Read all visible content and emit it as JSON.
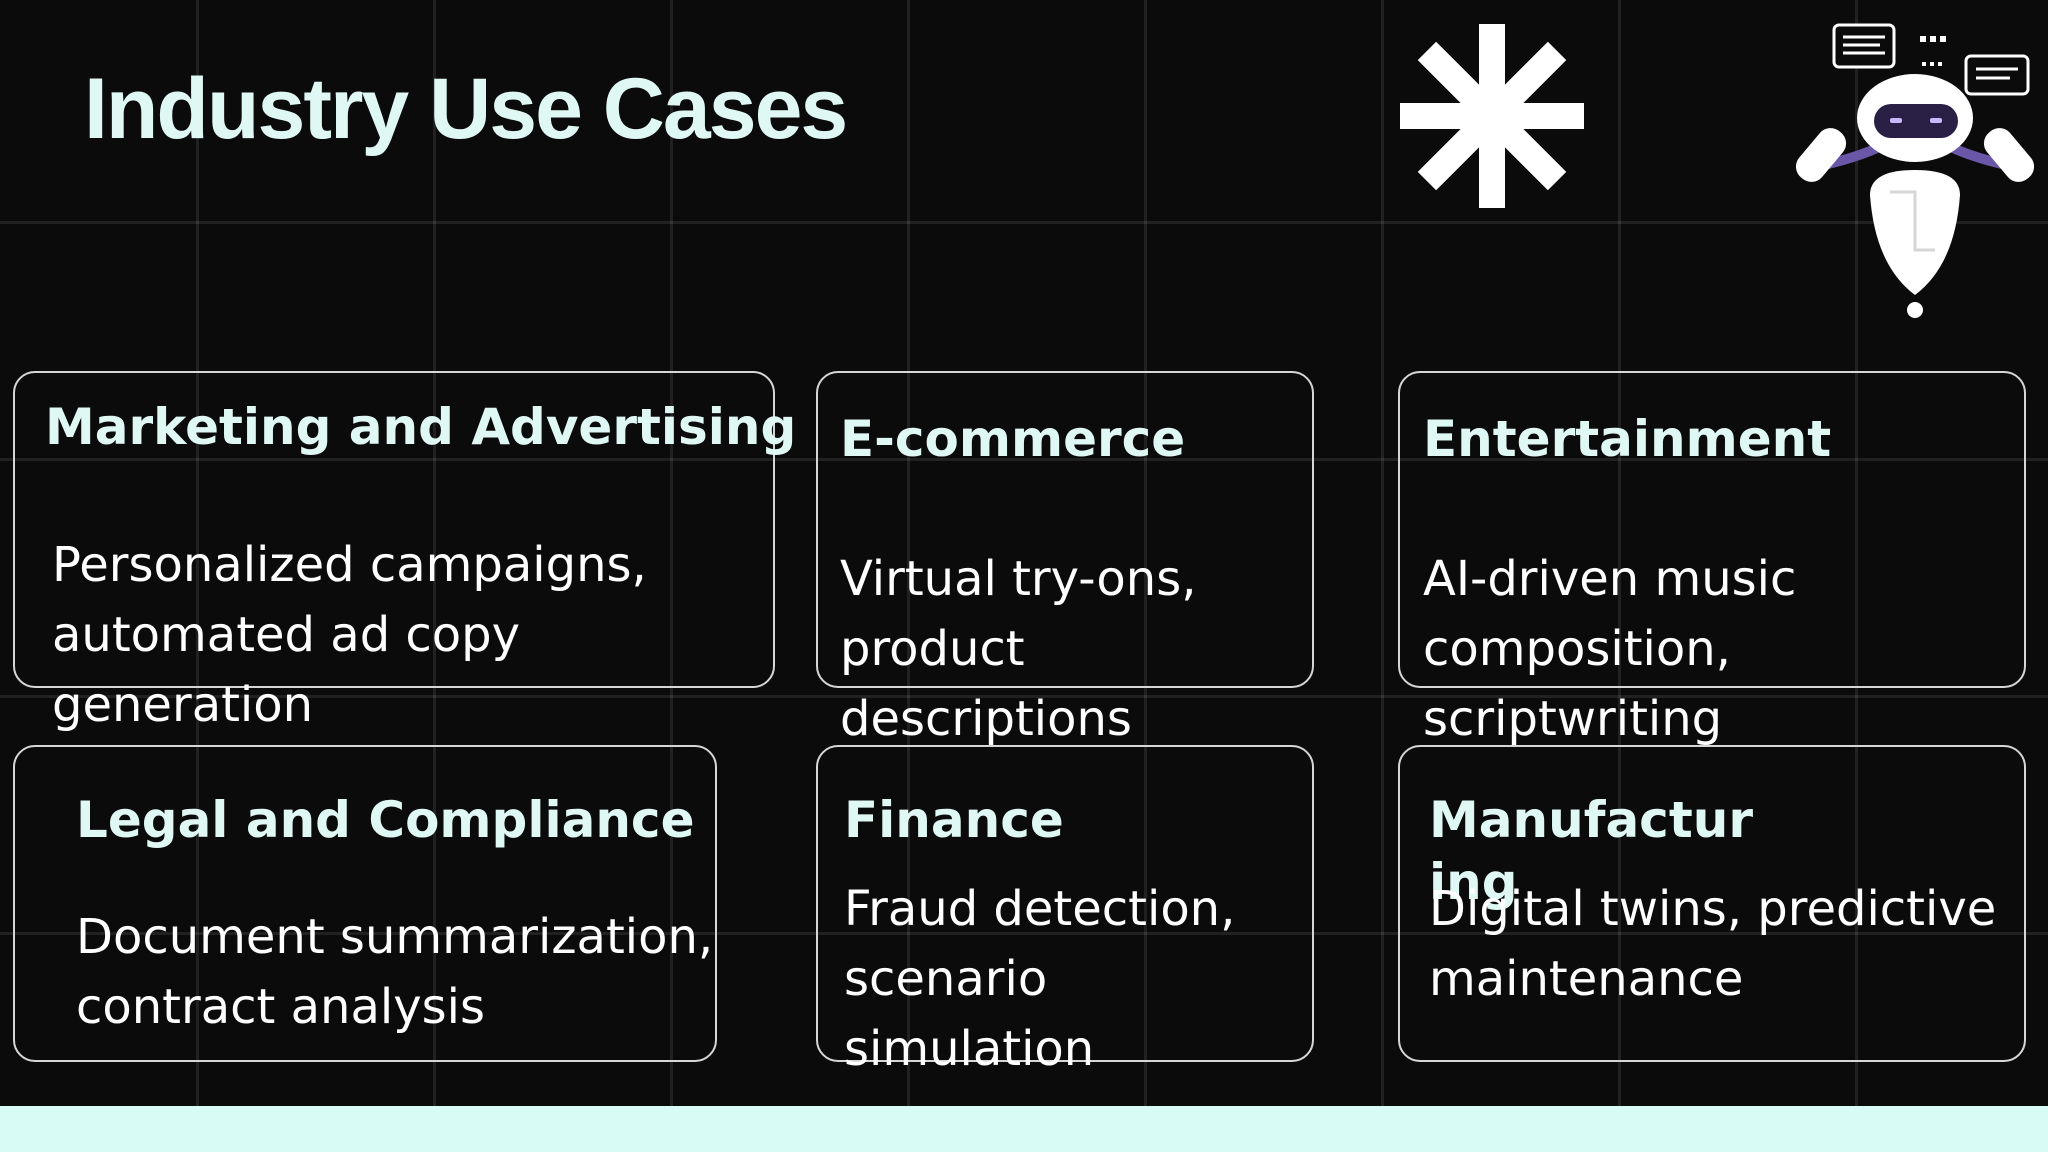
{
  "slide": {
    "title": "Industry Use Cases",
    "colors": {
      "background": "#0b0b0b",
      "heading": "#dff8f4",
      "body_text": "#ffffff",
      "card_border": "#d6d6d6",
      "bottom_band": "#d9fbf6"
    },
    "decorations": [
      "asterisk-icon",
      "robot-illustration"
    ],
    "cards": [
      {
        "title": "Marketing and Advertising",
        "text": "Personalized campaigns, automated ad copy generation"
      },
      {
        "title": "E-commerce",
        "text": "Virtual try-ons, product descriptions"
      },
      {
        "title": "Entertainment",
        "text": "AI-driven music composition, scriptwriting"
      },
      {
        "title": "Legal and Compliance",
        "text": "Document summarization, contract analysis"
      },
      {
        "title": "Finance",
        "text": "Fraud detection, scenario simulation"
      },
      {
        "title": "Manufacturing",
        "text": "Digital twins, predictive maintenance"
      }
    ]
  }
}
